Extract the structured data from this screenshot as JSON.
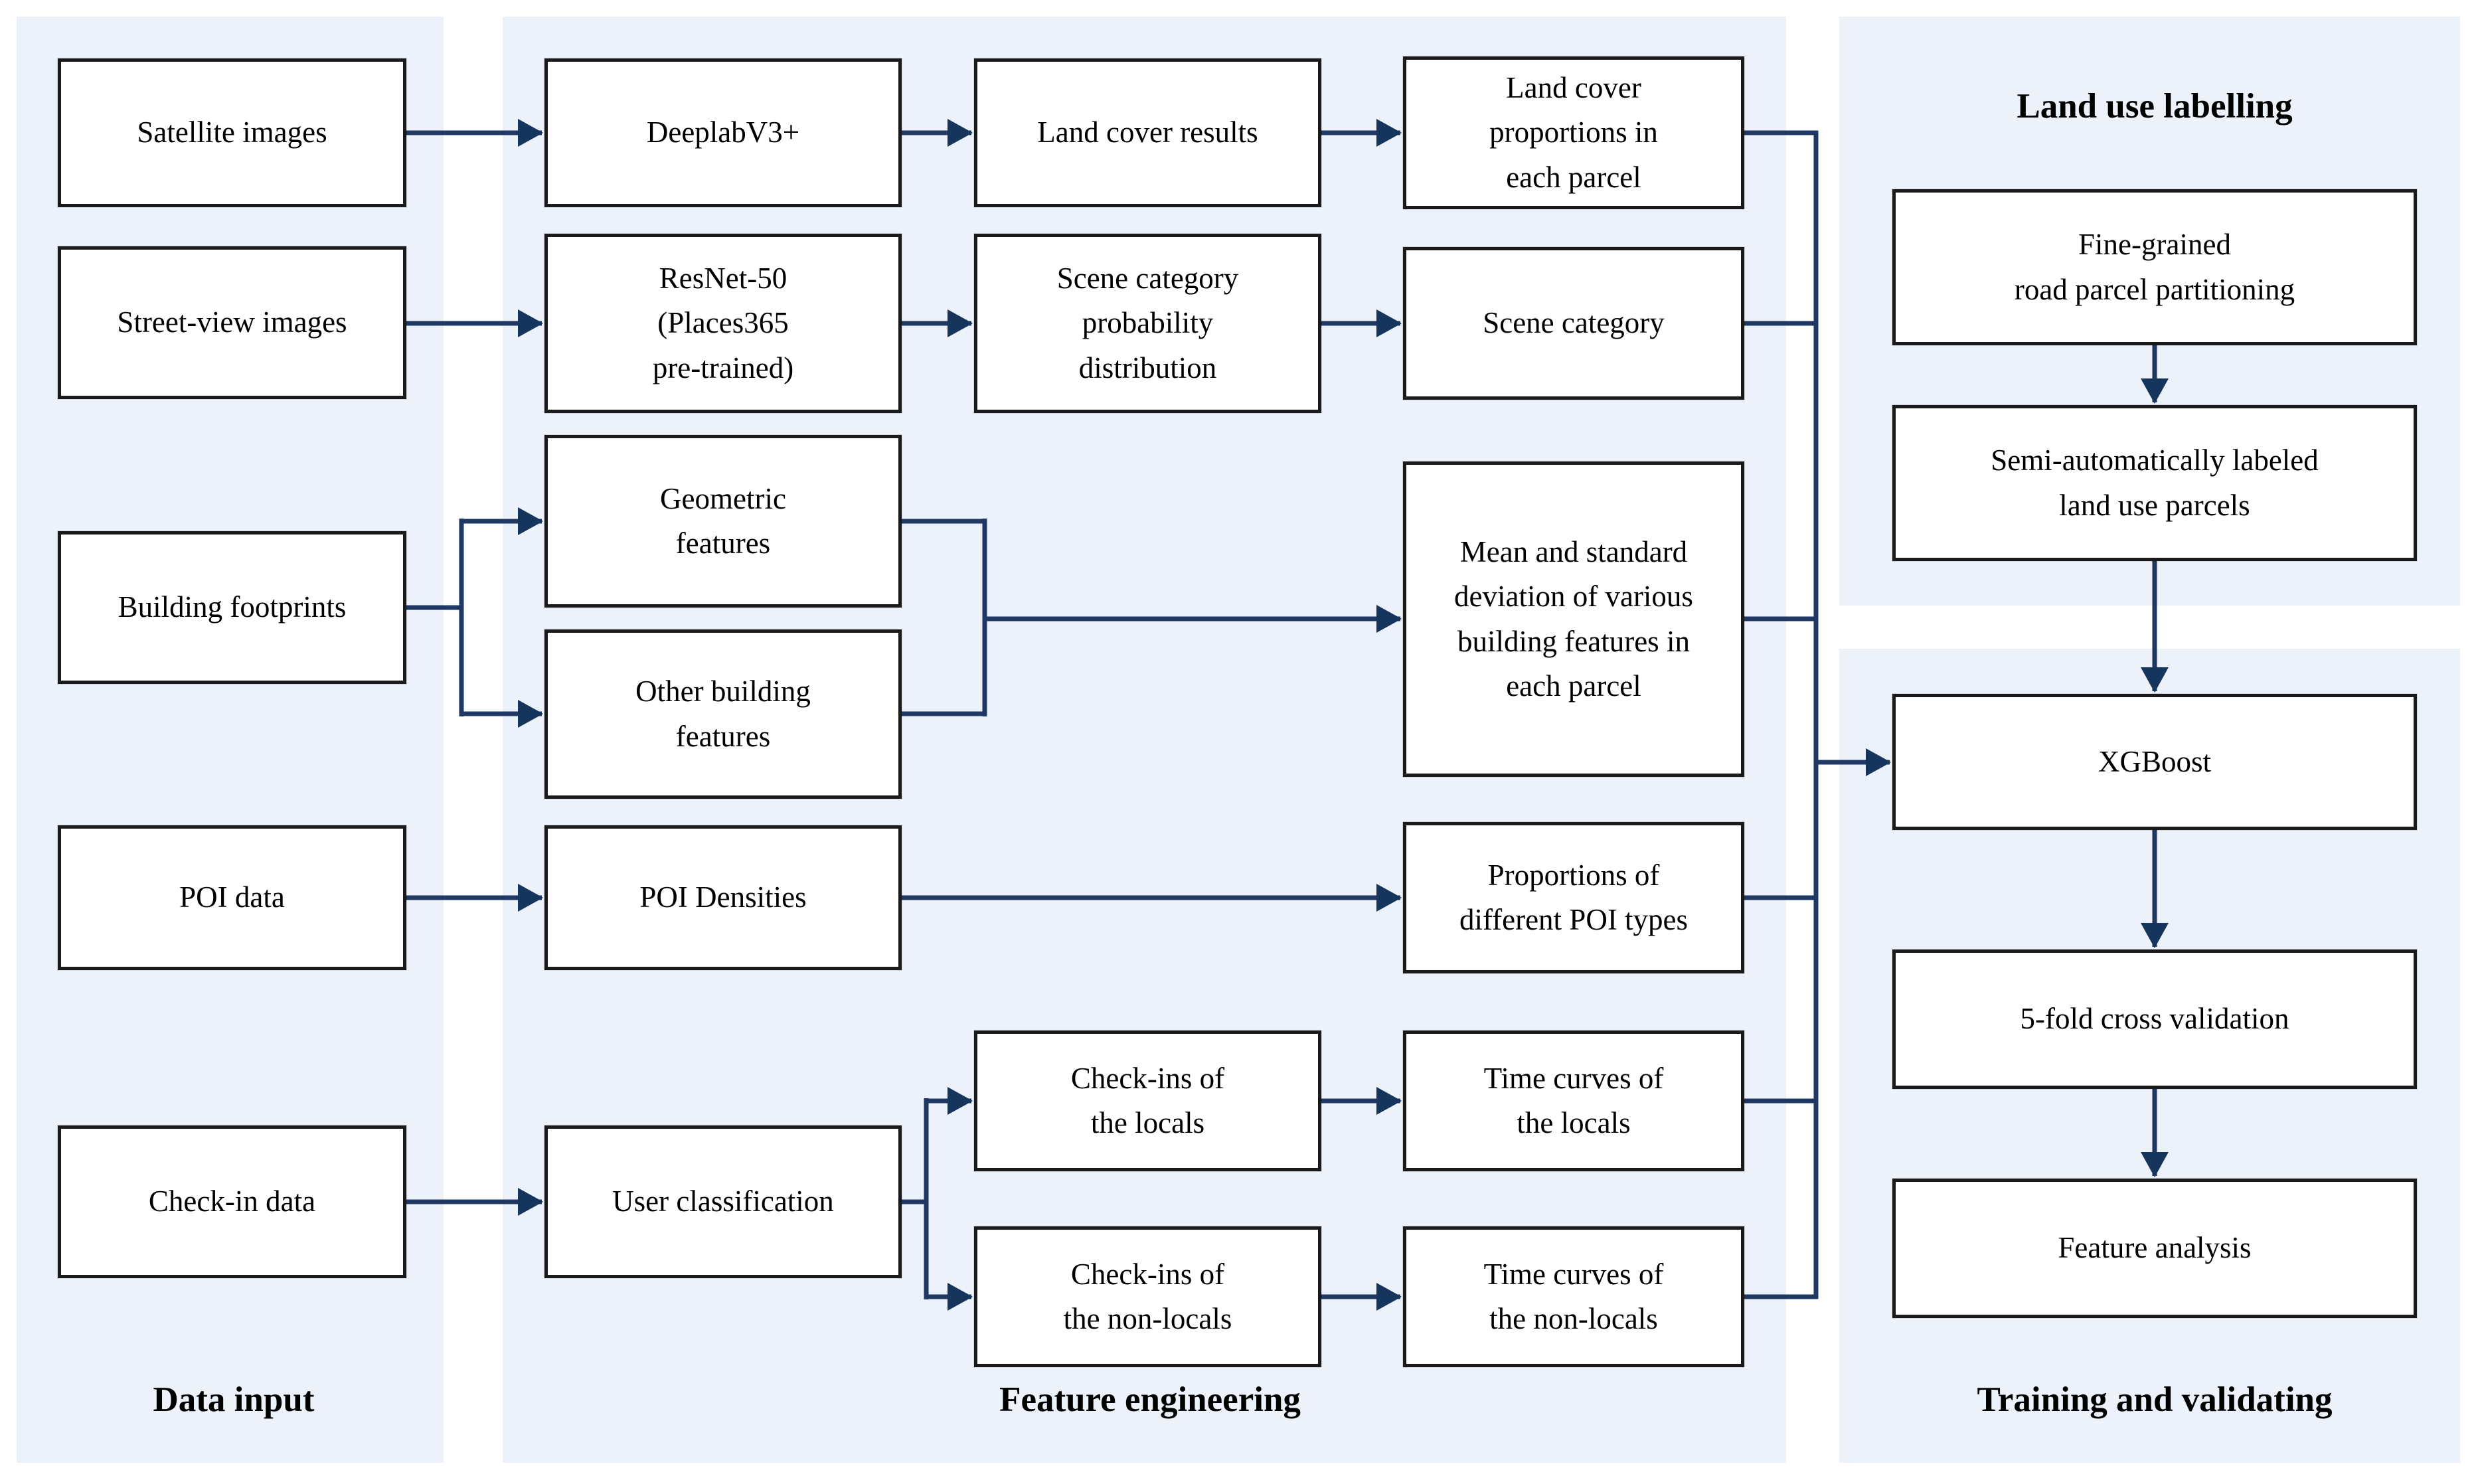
{
  "diagram": {
    "title_hint": "Land use classification workflow diagram",
    "sections": {
      "data_input": {
        "label": "Data input"
      },
      "feature_engineering": {
        "label": "Feature engineering"
      },
      "land_use_labelling": {
        "label": "Land use labelling"
      },
      "training_validating": {
        "label": "Training and validating"
      }
    },
    "nodes": {
      "satellite_images": {
        "label": "Satellite images"
      },
      "street_view_images": {
        "label": "Street-view images"
      },
      "building_footprints": {
        "label": "Building footprints"
      },
      "poi_data": {
        "label": "POI data"
      },
      "check_in_data": {
        "label": "Check-in data"
      },
      "deeplab": {
        "label": "DeeplabV3+"
      },
      "resnet": {
        "label": "ResNet-50\n(Places365\npre-trained)"
      },
      "geometric_features": {
        "label": "Geometric\nfeatures"
      },
      "other_building_features": {
        "label": "Other building\nfeatures"
      },
      "poi_densities": {
        "label": "POI Densities"
      },
      "user_classification": {
        "label": "User classification"
      },
      "land_cover_results": {
        "label": "Land cover results"
      },
      "scene_probability": {
        "label": "Scene category\nprobability\ndistribution"
      },
      "check_ins_locals": {
        "label": "Check-ins of\nthe locals"
      },
      "check_ins_non_locals": {
        "label": "Check-ins of\nthe non-locals"
      },
      "land_cover_proportions": {
        "label": "Land cover\nproportions in\neach parcel"
      },
      "scene_category": {
        "label": "Scene category"
      },
      "mean_std_building": {
        "label": "Mean and standard\ndeviation of various\nbuilding features in\neach parcel"
      },
      "poi_proportions": {
        "label": "Proportions of\ndifferent POI types"
      },
      "time_curves_locals": {
        "label": "Time curves of\nthe locals"
      },
      "time_curves_non_locals": {
        "label": "Time curves of\nthe non-locals"
      },
      "fine_grained_partitioning": {
        "label": "Fine-grained\nroad parcel partitioning"
      },
      "semi_auto_labeled": {
        "label": "Semi-automatically labeled\nland use parcels"
      },
      "xgboost": {
        "label": "XGBoost"
      },
      "five_fold_cv": {
        "label": "5-fold cross validation"
      },
      "feature_analysis": {
        "label": "Feature analysis"
      }
    },
    "colors": {
      "panel": "#ECF1FA",
      "arrow": "#1F3864",
      "arrowhead": "#16355D",
      "box_border": "#1A1A1A",
      "box_fill": "#FFFFFF",
      "text": "#000000"
    }
  }
}
